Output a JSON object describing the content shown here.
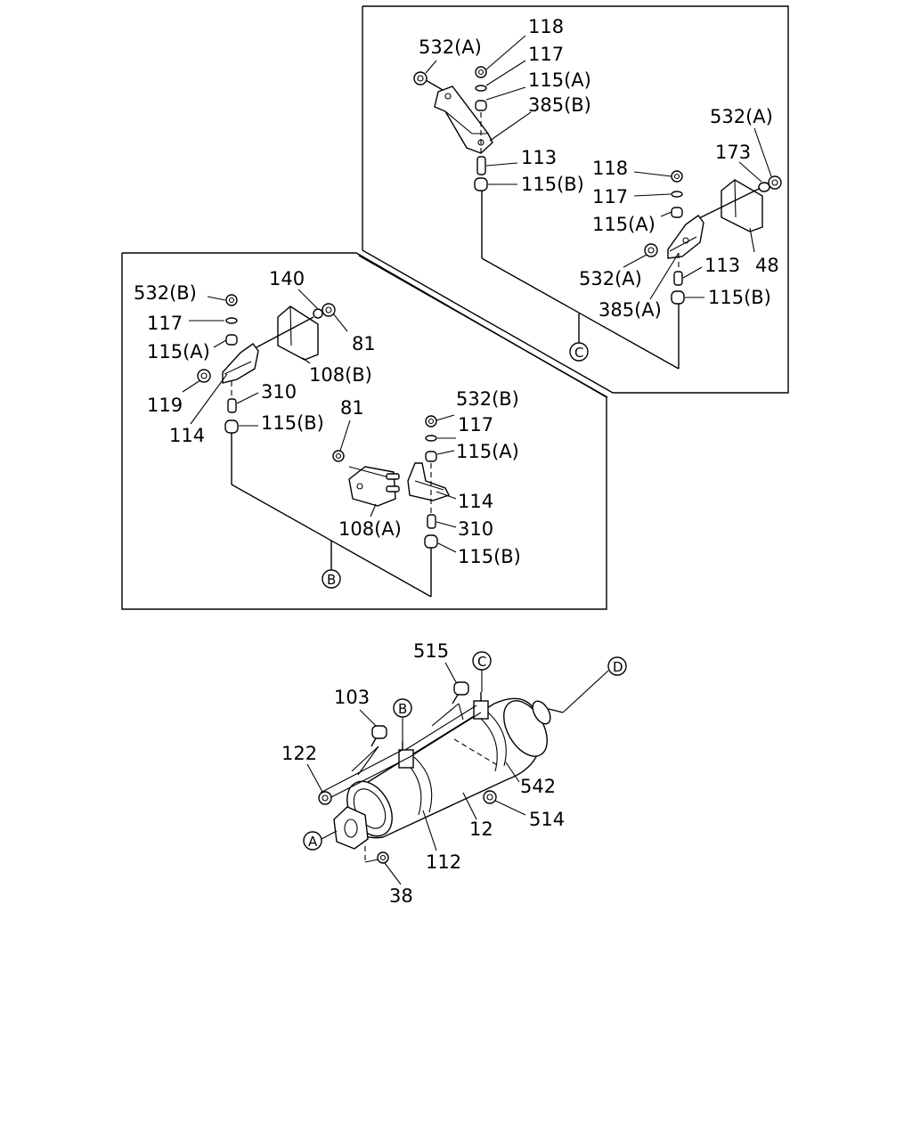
{
  "labels": {
    "c_118": "118",
    "c_532a": "532(A)",
    "c_117": "117",
    "c_115a": "115(A)",
    "c_385b": "385(B)",
    "c_113": "113",
    "c_115b": "115(B)",
    "r_532a": "532(A)",
    "r_173": "173",
    "r_118": "118",
    "r_117": "117",
    "r_115a": "115(A)",
    "r_532a2": "532(A)",
    "r_113": "113",
    "r_48": "48",
    "r_385a": "385(A)",
    "r_115b": "115(B)",
    "b_532b": "532(B)",
    "b_140": "140",
    "b_117": "117",
    "b_81": "81",
    "b_115a": "115(A)",
    "b_108b": "108(B)",
    "b_119": "119",
    "b_310": "310",
    "b_114": "114",
    "b_115b": "115(B)",
    "b2_81": "81",
    "b2_532b": "532(B)",
    "b2_117": "117",
    "b2_115a": "115(A)",
    "b2_114": "114",
    "b2_108a": "108(A)",
    "b2_310": "310",
    "b2_115b": "115(B)",
    "m_515": "515",
    "m_103": "103",
    "m_122": "122",
    "m_542": "542",
    "m_514": "514",
    "m_12": "12",
    "m_112": "112",
    "m_38": "38"
  },
  "callouts": {
    "A": "A",
    "B": "B",
    "C": "C",
    "D": "D",
    "B_ref": "B",
    "C_ref": "C"
  }
}
